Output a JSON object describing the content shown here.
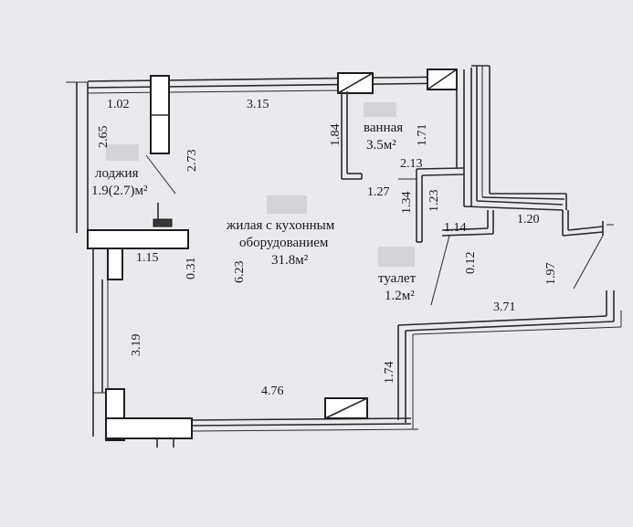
{
  "rooms": {
    "loggia": {
      "name": "лоджия",
      "area": "1.9(2.7)м²"
    },
    "living": {
      "line1": "жилая с кухонным",
      "line2": "оборудованием",
      "area": "31.8м²"
    },
    "bath": {
      "name": "ванная",
      "area": "3.5м²"
    },
    "toilet": {
      "name": "туалет",
      "area": "1.2м²"
    }
  },
  "dimensions": {
    "d_1_02": "1.02",
    "d_3_15": "3.15",
    "d_2_65": "2.65",
    "d_2_73": "2.73",
    "d_1_84": "1.84",
    "d_1_71": "1.71",
    "d_2_13": "2.13",
    "d_1_27": "1.27",
    "d_1_34": "1.34",
    "d_1_23": "1.23",
    "d_1_14": "1.14",
    "d_1_20": "1.20",
    "d_0_12": "0.12",
    "d_1_97": "1.97",
    "d_1_15": "1.15",
    "d_0_31": "0.31",
    "d_6_23": "6.23",
    "d_3_19": "3.19",
    "d_3_71": "3.71",
    "d_1_74": "1.74",
    "d_4_76": "4.76"
  }
}
